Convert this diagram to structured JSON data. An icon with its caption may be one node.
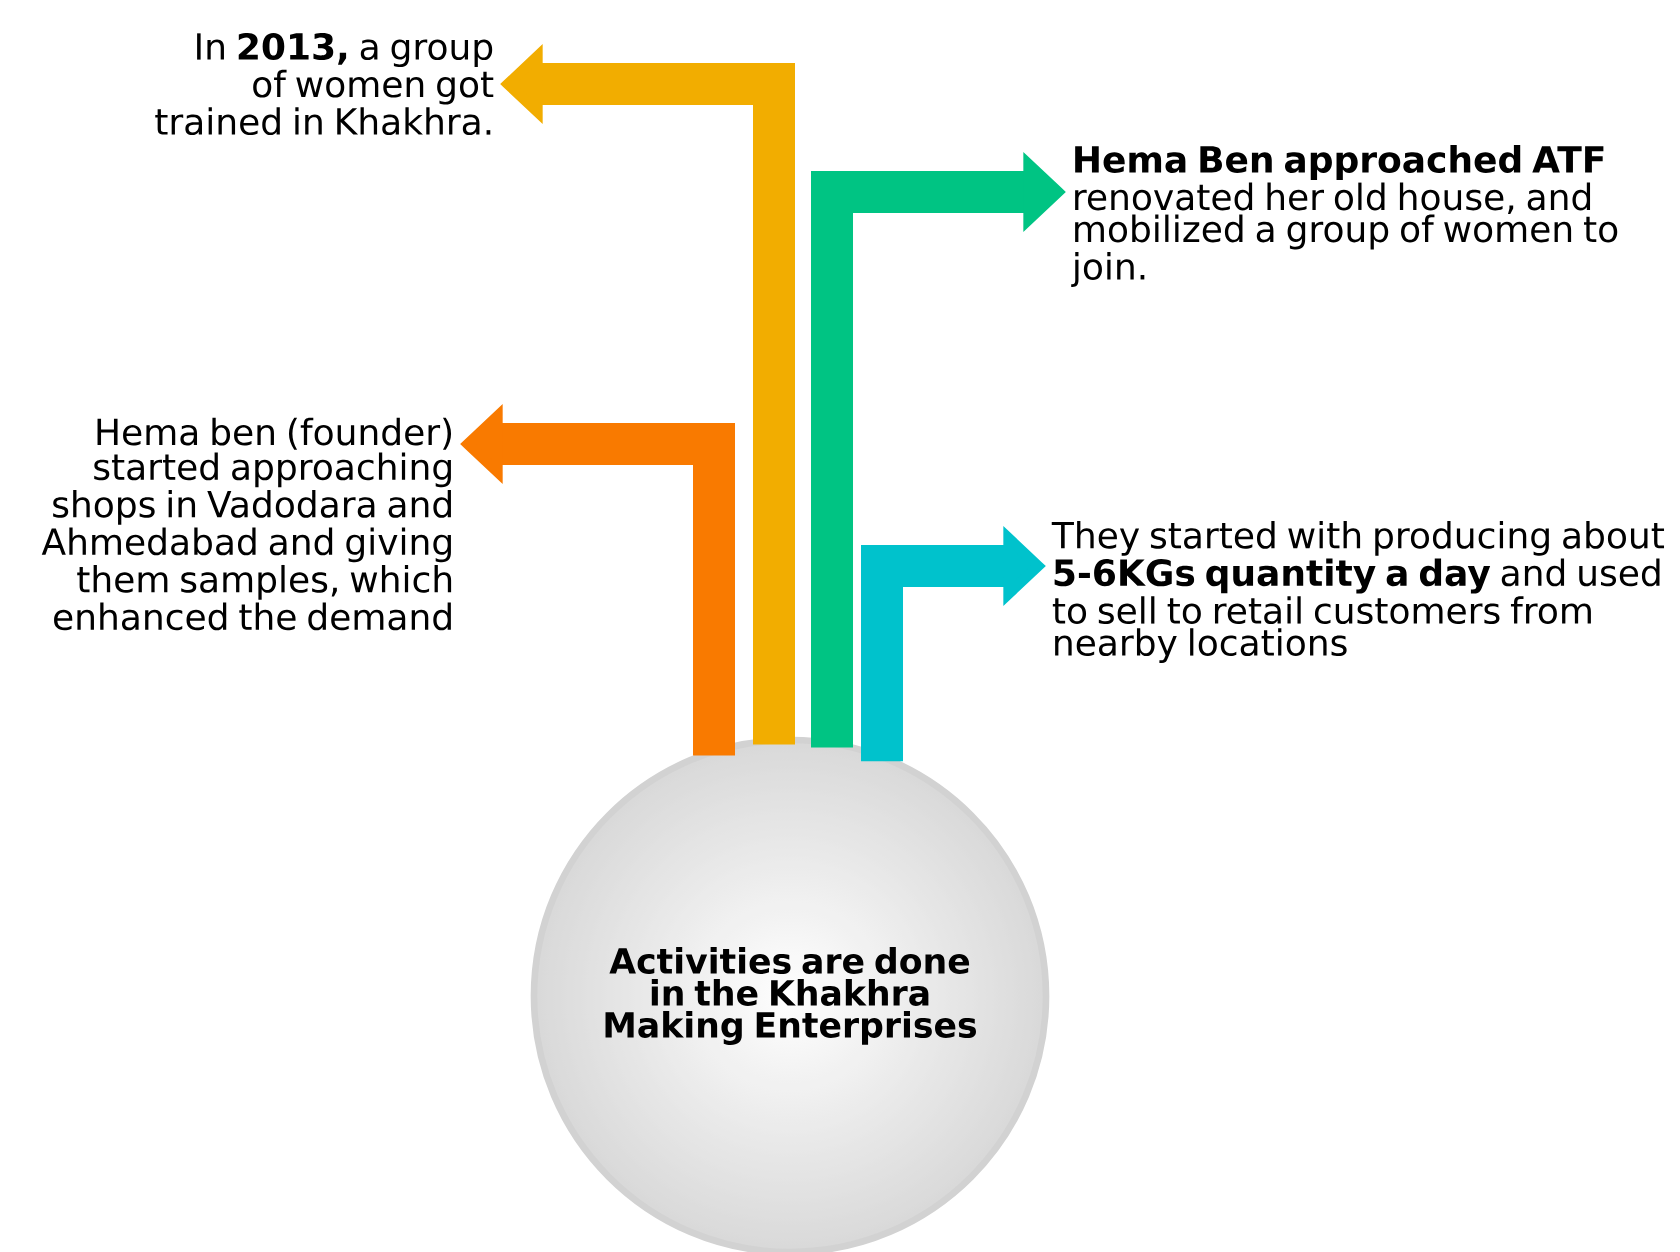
{
  "diagram": {
    "nodes": [
      {
        "text": [
          "Activities are done in the Khakhra Making Enterprises"
        ]
      },
      {
        "text": [
          "In **2013,** a group of women got trained in Khakhra."
        ]
      },
      {
        "text": [
          "**Hema Ben approached ATF** renovated her old house, and mobilized a group of women to join."
        ]
      },
      {
        "text": [
          "Hema ben (founder) started approaching shops in Vadodara and Ahmedabad and giving them samples, which enhanced the demand"
        ]
      },
      {
        "text": [
          "They started with producing about **5-6KGs quantity a day** and used to sell to retail customers from nearby locations"
        ]
      }
    ],
    "edges": [
      {
        "from": 0,
        "to": 1,
        "arrow": "to",
        "color": "#f2ad00"
      },
      {
        "from": 0,
        "to": 2,
        "arrow": "to",
        "color": "#00c483"
      },
      {
        "from": 0,
        "to": 3,
        "arrow": "to",
        "color": "#f97a00"
      },
      {
        "from": 0,
        "to": 4,
        "arrow": "to",
        "color": "#00c2cc"
      }
    ]
  }
}
